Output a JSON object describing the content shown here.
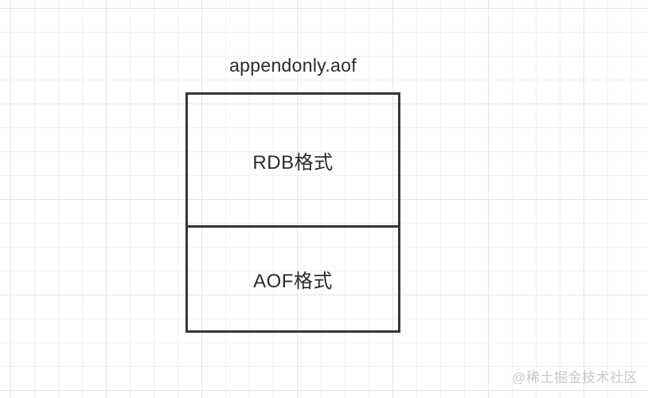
{
  "canvas": {
    "kind": "grid-paper-whiteboard"
  },
  "colors": {
    "ink": "#2b2b2b",
    "stroke": "#363636",
    "grid_minor": "#f1f1f4",
    "grid_major": "#e4e4e9",
    "watermark": "#c9c9c9",
    "paper": "#ffffff"
  },
  "diagram": {
    "title": "appendonly.aof",
    "box": {
      "sections": [
        {
          "label": "RDB格式"
        },
        {
          "label": "AOF格式"
        }
      ]
    }
  },
  "watermark": {
    "text": "@稀土掘金技术社区"
  }
}
